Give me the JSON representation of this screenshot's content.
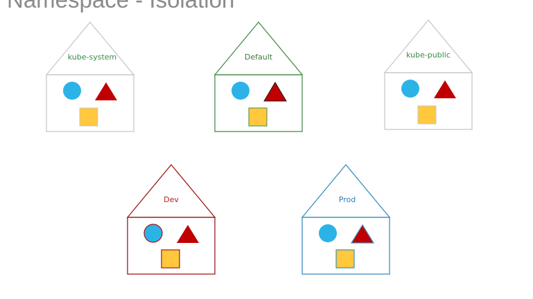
{
  "slide": {
    "title": "Namespace - Isolation"
  },
  "colors": {
    "circle_fill": "#2bb3e8",
    "triangle_fill": "#c00000",
    "square_fill": "#ffc83d"
  },
  "houses": [
    {
      "label": "kube-system",
      "outline_color": "#c8c8c8",
      "label_color": "#3a8a4a"
    },
    {
      "label": "Default",
      "outline_color": "#4a8a4a",
      "label_color": "#3a7a3a"
    },
    {
      "label": "kube-public",
      "outline_color": "#c8c8c8",
      "label_color": "#3a8a4a"
    },
    {
      "label": "Dev",
      "outline_color": "#a01818",
      "label_color": "#b02020"
    },
    {
      "label": "Prod",
      "outline_color": "#3a8fc0",
      "label_color": "#2a7fb8"
    }
  ]
}
